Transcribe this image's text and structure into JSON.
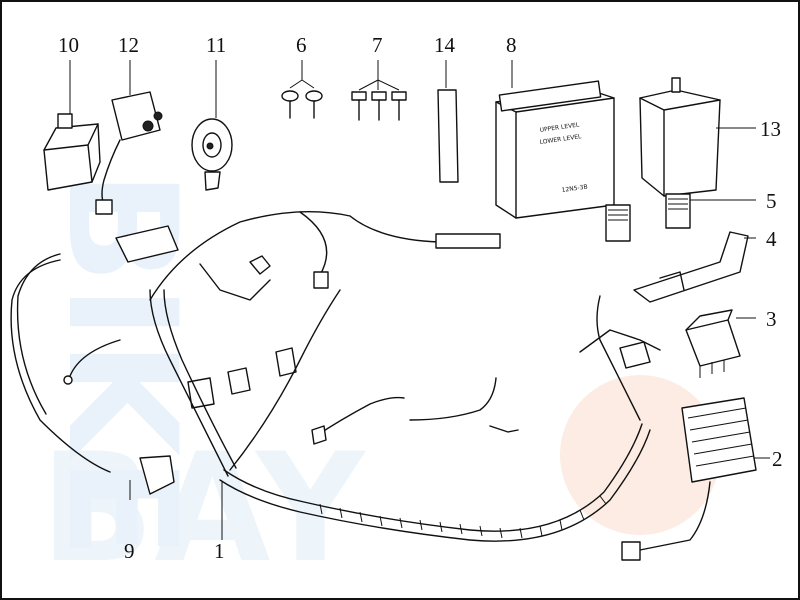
{
  "diagram": {
    "callouts": {
      "p1": "1",
      "p2": "2",
      "p3": "3",
      "p4": "4",
      "p5": "5",
      "p6": "6",
      "p7": "7",
      "p8": "8",
      "p9": "9",
      "p10": "10",
      "p11": "11",
      "p12": "12",
      "p13": "13",
      "p14": "14"
    },
    "battery_text": {
      "upper": "UPPER LEVEL",
      "lower": "LOWER LEVEL",
      "model": "12N5-3B"
    },
    "watermark_text": {
      "line1": "BIKE",
      "line2": "BAY"
    },
    "colors": {
      "line": "#111111",
      "watermark_blue": "#e9f2fa",
      "watermark_orange": "#fcece4"
    }
  }
}
